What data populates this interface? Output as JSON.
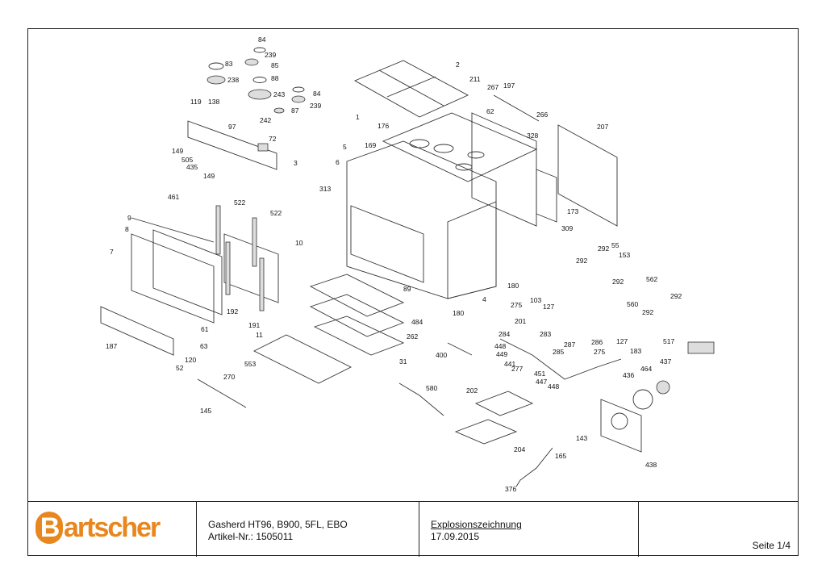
{
  "title_block": {
    "brand": "Bartscher",
    "product_line": "Gasherd HT96, B900, 5FL, EBO",
    "article_line": "Artikel-Nr.: 1505011",
    "document_type": "Explosionszeichnung",
    "date": "17.09.2015",
    "page": "Seite 1/4",
    "brand_color": "#e8871e"
  },
  "diagram": {
    "labels": [
      "84",
      "239",
      "83",
      "85",
      "238",
      "88",
      "243",
      "84",
      "119",
      "138",
      "87",
      "239",
      "242",
      "97",
      "72",
      "149",
      "505",
      "435",
      "149",
      "3",
      "6",
      "2",
      "211",
      "267",
      "197",
      "62",
      "1",
      "176",
      "266",
      "207",
      "328",
      "5",
      "169",
      "313",
      "173",
      "309",
      "461",
      "522",
      "522",
      "9",
      "8",
      "10",
      "7",
      "89",
      "192",
      "191",
      "180",
      "4",
      "180",
      "292",
      "55",
      "153",
      "292",
      "292",
      "562",
      "560",
      "292",
      "292",
      "275",
      "103",
      "127",
      "201",
      "284",
      "283",
      "517",
      "484",
      "262",
      "61",
      "11",
      "187",
      "63",
      "448",
      "449",
      "287",
      "286",
      "127",
      "275",
      "183",
      "285",
      "400",
      "31",
      "441",
      "553",
      "437",
      "120",
      "52",
      "277",
      "451",
      "464",
      "436",
      "447",
      "448",
      "270",
      "580",
      "202",
      "145",
      "143",
      "204",
      "165",
      "438",
      "376"
    ]
  }
}
